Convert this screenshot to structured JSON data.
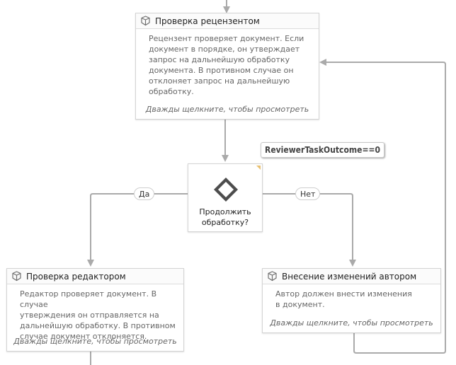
{
  "activities": {
    "reviewer": {
      "title": "Проверка рецензентом",
      "description": "Рецензент проверяет документ. Если\nдокумент в порядке, он утверждает\nзапрос на дальнейшую обработку\nдокумента. В противном случае он\nотклоняет запрос на дальнейшую\nобработку.",
      "hint": "Дважды щелкните, чтобы просмотреть"
    },
    "editor": {
      "title": "Проверка редактором",
      "description": "Редактор проверяет документ. В случае\nутверждения он отправляется на\nдальнейшую обработку. В противном\nслучае документ отклоняется.",
      "hint": "Дважды щелкните, чтобы просмотреть"
    },
    "author": {
      "title": "Внесение изменений автором",
      "description": "Автор должен внести изменения\nв документ.",
      "hint": "Дважды щелкните, чтобы просмотреть"
    }
  },
  "decision": {
    "label": "Продолжить\nобработку?",
    "condition": "ReviewerTaskOutcome==0",
    "true_label": "Да",
    "false_label": "Нет"
  },
  "colors": {
    "connector": "#aaaaaa",
    "diamond_fill": "#4d4d4d",
    "icon": "#707070"
  }
}
